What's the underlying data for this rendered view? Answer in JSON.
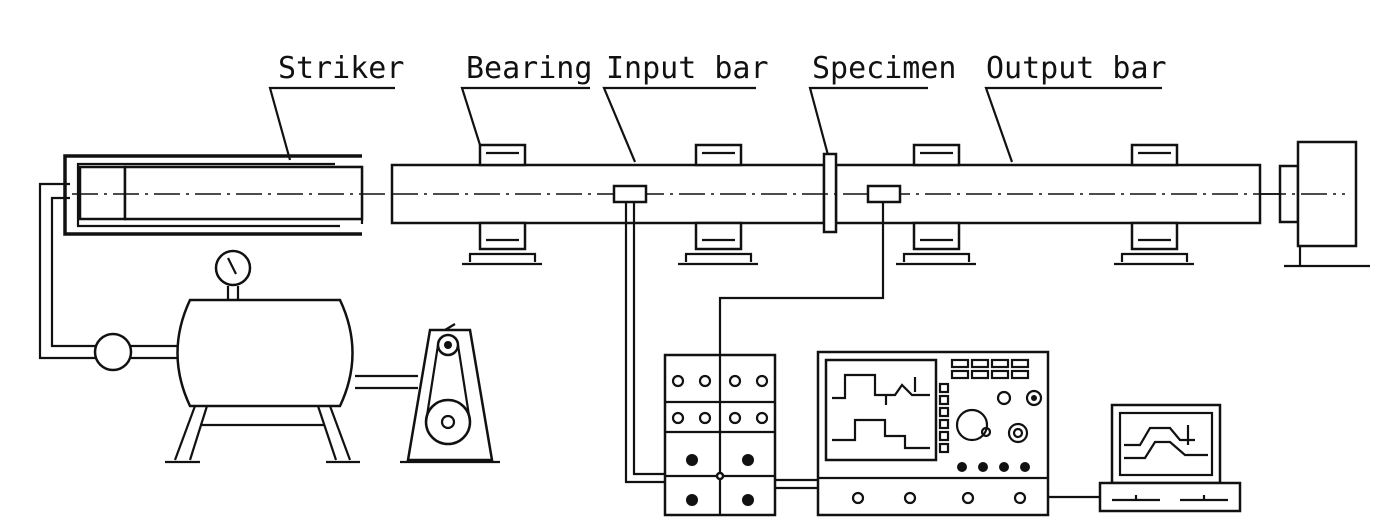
{
  "labels": {
    "striker": "Striker",
    "bearing": "Bearing",
    "input_bar": "Input bar",
    "specimen": "Specimen",
    "output_bar": "Output bar"
  }
}
